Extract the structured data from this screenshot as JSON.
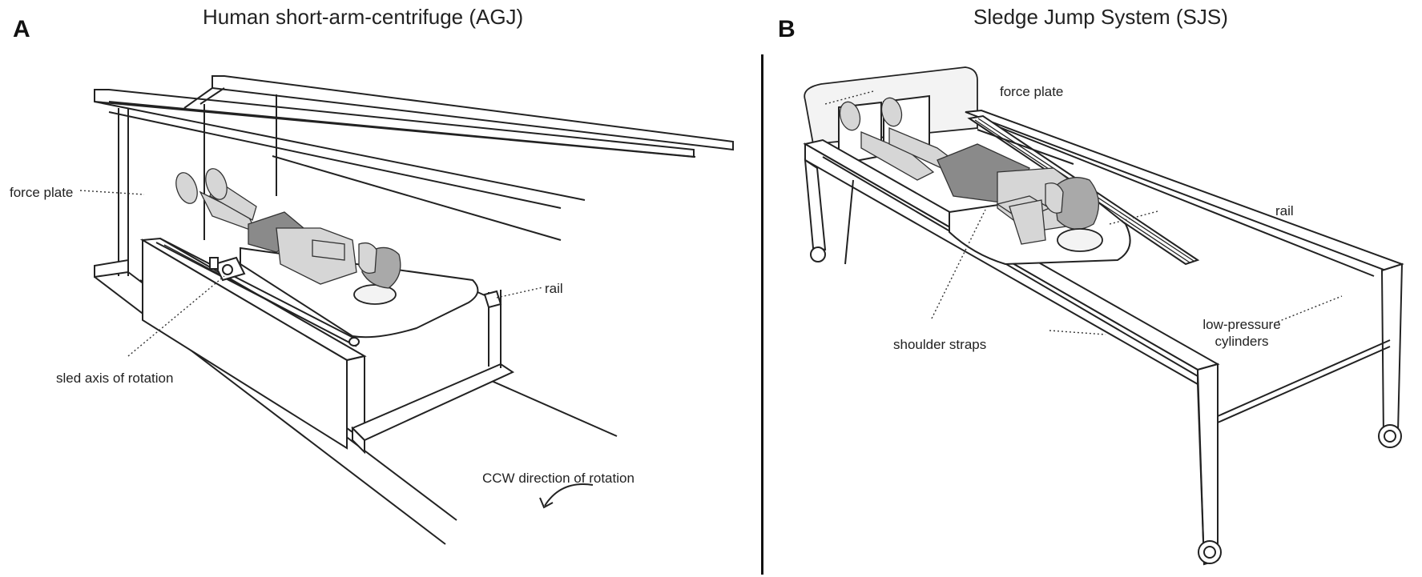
{
  "panel_a": {
    "letter": "A",
    "title": "Human short-arm-centrifuge (AGJ)",
    "labels": {
      "force_plate": "force plate",
      "rail": "rail",
      "sled_axis": "sled axis of rotation",
      "ccw": "CCW direction of rotation"
    }
  },
  "panel_b": {
    "letter": "B",
    "title": "Sledge Jump System (SJS)",
    "labels": {
      "force_plate": "force plate",
      "rail": "rail",
      "shoulder_straps": "shoulder straps",
      "low_pressure_line1": "low-pressure",
      "low_pressure_line2": "cylinders"
    }
  }
}
